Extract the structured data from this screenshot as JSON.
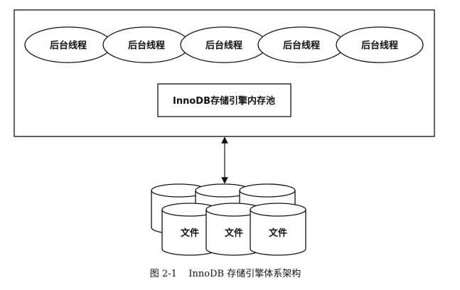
{
  "diagram": {
    "threads": [
      {
        "label": "后台线程"
      },
      {
        "label": "后台线程"
      },
      {
        "label": "后台线程"
      },
      {
        "label": "后台线程"
      },
      {
        "label": "后台线程"
      }
    ],
    "memory_pool": {
      "label": "InnoDB存储引擎内存池"
    },
    "files": [
      {
        "label": "文件"
      },
      {
        "label": "文件"
      },
      {
        "label": "文件"
      }
    ],
    "caption": "图 2-1    InnoDB 存储引擎体系架构"
  }
}
